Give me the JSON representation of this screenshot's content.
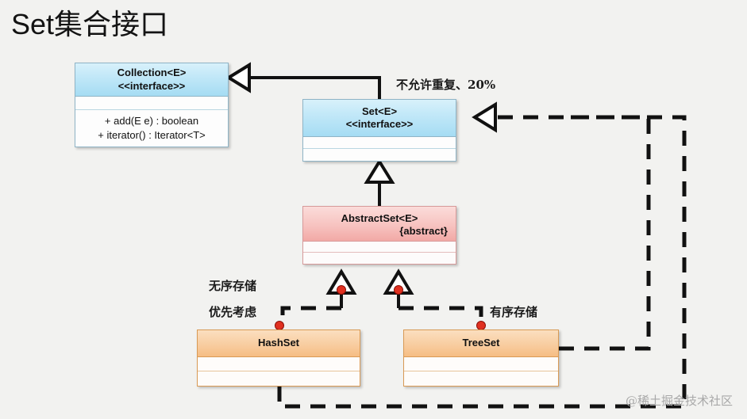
{
  "slide": {
    "title": "Set集合接口",
    "watermark": "@稀土掘金技术社区",
    "background_color": "#f2f2f0"
  },
  "diagram": {
    "type": "uml-class-diagram",
    "classes": [
      {
        "id": "collection",
        "name": "Collection<E>",
        "stereotype": "<<interface>>",
        "kind": "interface",
        "fill": "#bfe7f7",
        "border": "#8fb4c6",
        "attributes": [],
        "operations": [
          "+ add(E e) : boolean",
          "+ iterator() : Iterator<T>"
        ]
      },
      {
        "id": "set",
        "name": "Set<E>",
        "stereotype": "<<interface>>",
        "kind": "interface",
        "fill": "#bfe7f7",
        "border": "#8fb4c6",
        "attributes": [],
        "operations": []
      },
      {
        "id": "abstractset",
        "name": "AbstractSet<E>",
        "stereotype": "{abstract}",
        "kind": "abstract-class",
        "fill": "#f6c1be",
        "border": "#d79a9a",
        "attributes": [],
        "operations": []
      },
      {
        "id": "hashset",
        "name": "HashSet",
        "stereotype": "",
        "kind": "class",
        "fill": "#f8cda0",
        "border": "#d99a55",
        "attributes": [],
        "operations": []
      },
      {
        "id": "treeset",
        "name": "TreeSet",
        "stereotype": "",
        "kind": "class",
        "fill": "#f8cda0",
        "border": "#d99a55",
        "attributes": [],
        "operations": []
      }
    ],
    "relationships": [
      {
        "from": "set",
        "to": "collection",
        "type": "generalization",
        "style": "solid"
      },
      {
        "from": "abstractset",
        "to": "set",
        "type": "generalization",
        "style": "solid"
      },
      {
        "from": "hashset",
        "to": "abstractset",
        "type": "realization",
        "style": "dashed"
      },
      {
        "from": "treeset",
        "to": "abstractset",
        "type": "realization",
        "style": "dashed"
      },
      {
        "from": "treeset",
        "to": "set",
        "type": "realization",
        "style": "dashed"
      },
      {
        "from": "hashset",
        "to": "set",
        "type": "realization",
        "style": "dashed"
      }
    ],
    "annotations": [
      {
        "id": "no-duplicates",
        "text": "不允许重复、20%",
        "near": "set"
      },
      {
        "id": "unordered-storage",
        "text": "无序存储",
        "near": "hashset"
      },
      {
        "id": "priority-consideration",
        "text": "优先考虑",
        "near": "hashset"
      },
      {
        "id": "ordered-storage",
        "text": "有序存储",
        "near": "treeset"
      }
    ],
    "marker_color": "#e03020",
    "line_color": "#111111"
  }
}
